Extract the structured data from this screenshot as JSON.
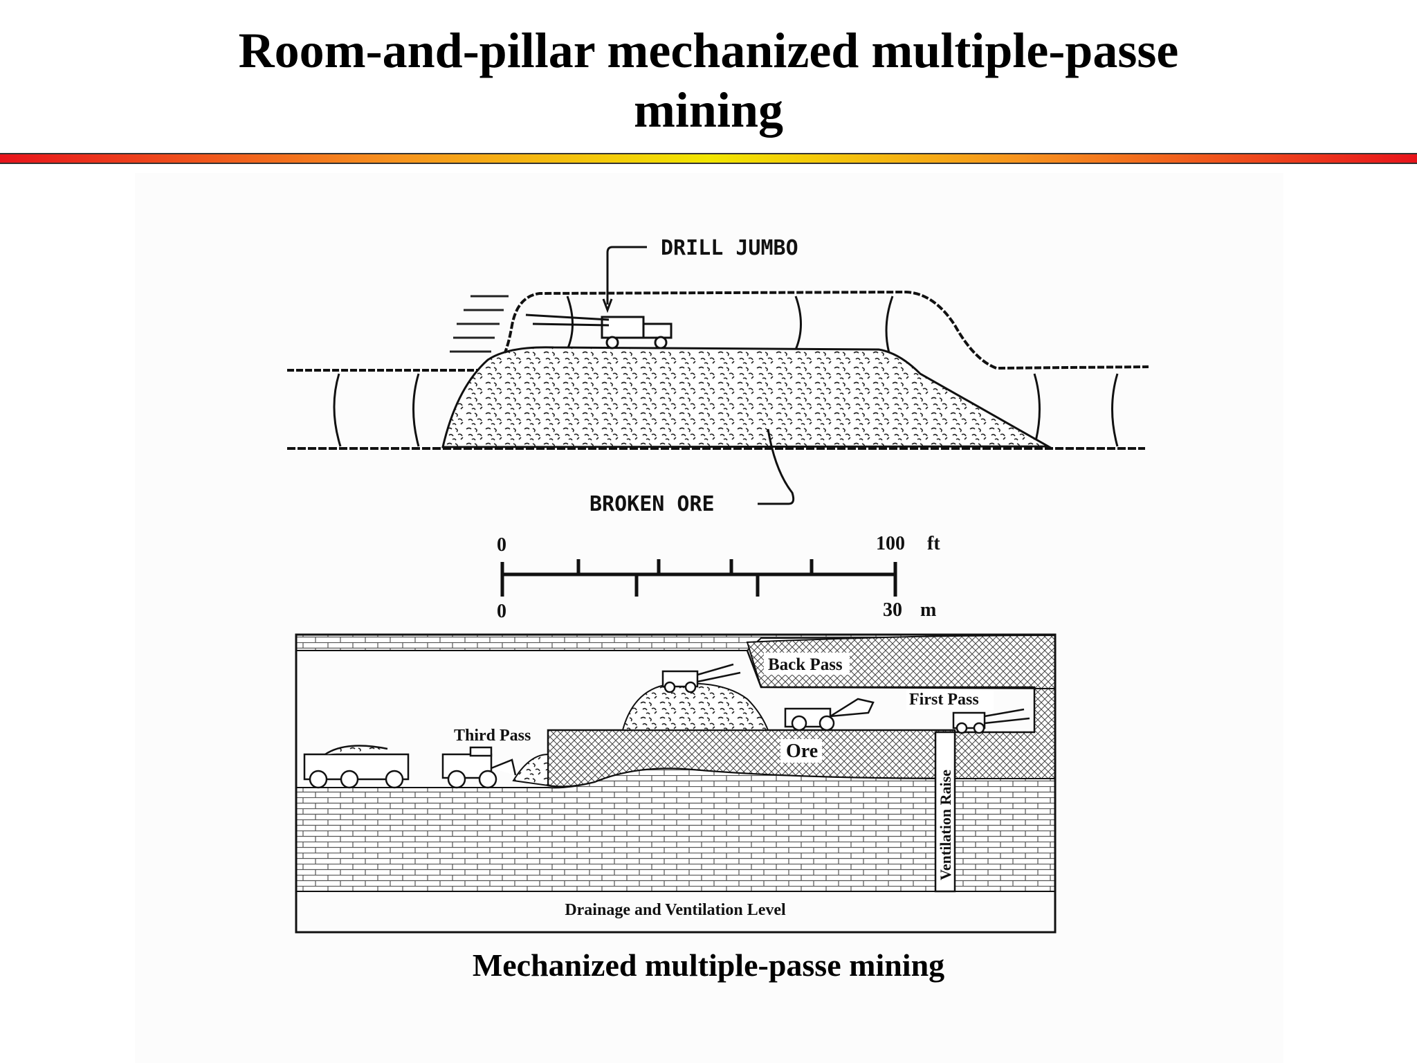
{
  "slide": {
    "title_line1": "Room-and-pillar mechanized multiple-passe",
    "title_line2": "mining",
    "caption": "Mechanized multiple-passe mining"
  },
  "top_diagram": {
    "drill_jumbo": "DRILL JUMBO",
    "broken_ore": "BROKEN ORE"
  },
  "scale": {
    "ft_start": "0",
    "ft_end": "100",
    "ft_unit": "ft",
    "m_start": "0",
    "m_end": "30",
    "m_unit": "m"
  },
  "bottom_diagram": {
    "back_pass": "Back Pass",
    "first_pass": "First Pass",
    "third_pass": "Third Pass",
    "ore": "Ore",
    "ventilation_raise": "Ventilation Raise",
    "drainage_level": "Drainage and Ventilation Level"
  },
  "colors": {
    "divider_red": "#e8141b",
    "divider_orange": "#f7931e",
    "divider_yellow": "#f2e600"
  }
}
